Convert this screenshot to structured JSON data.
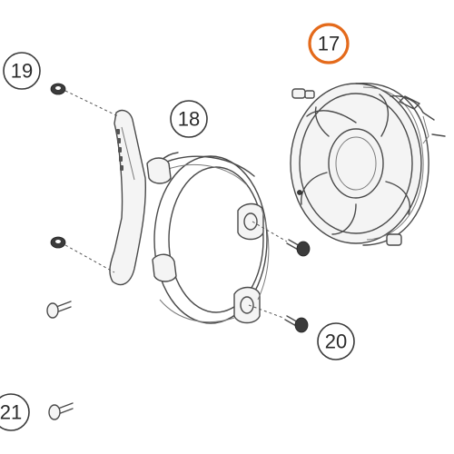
{
  "callouts": [
    {
      "id": "17",
      "label": "17",
      "highlight": true
    },
    {
      "id": "18",
      "label": "18",
      "highlight": false
    },
    {
      "id": "19",
      "label": "19",
      "highlight": false
    },
    {
      "id": "20",
      "label": "20",
      "highlight": false
    },
    {
      "id": "21",
      "label": "21",
      "highlight": false
    }
  ],
  "colors": {
    "highlight": "#e46a1b",
    "line": "#4a4a4a",
    "background": "#ffffff"
  }
}
